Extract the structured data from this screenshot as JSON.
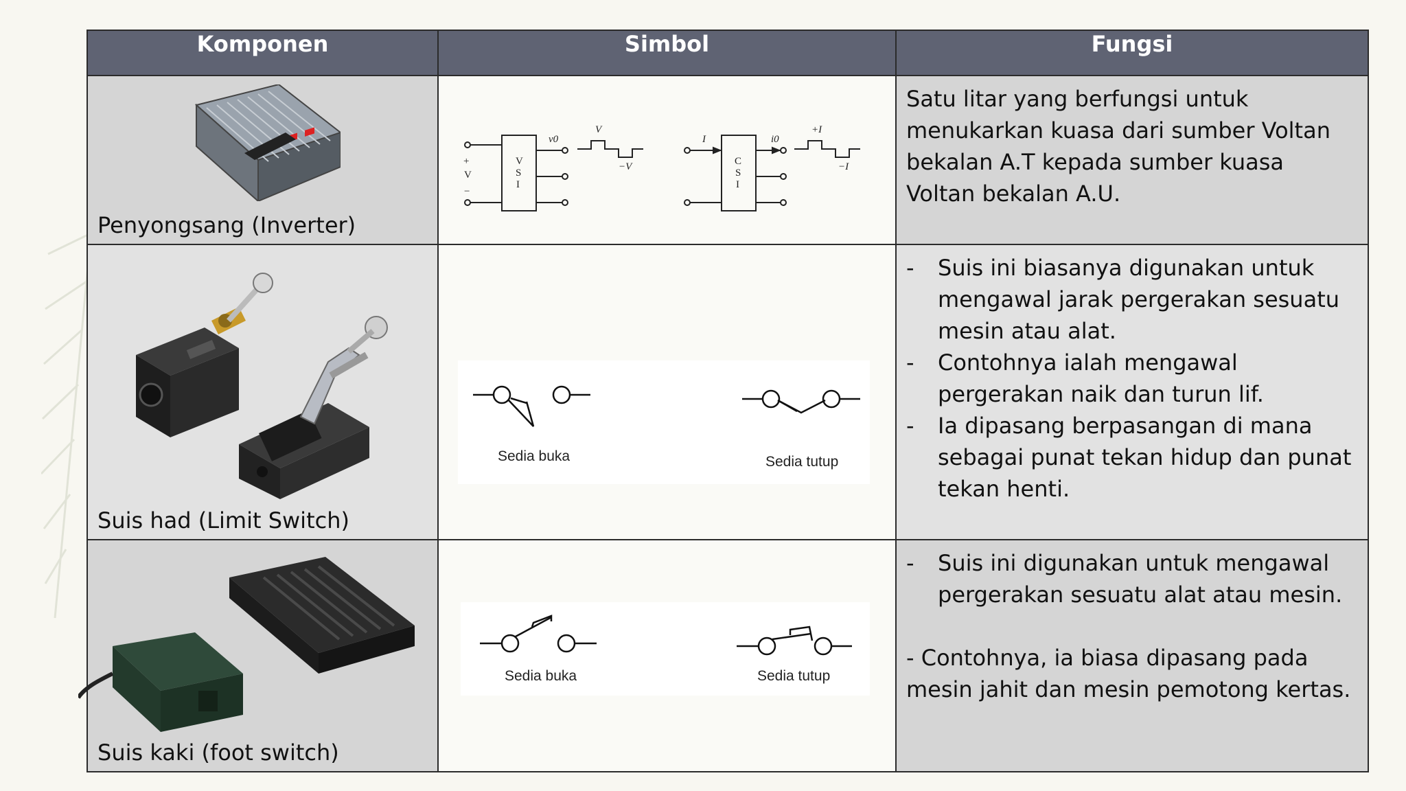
{
  "table": {
    "headers": [
      "Komponen",
      "Simbol",
      "Fungsi"
    ],
    "rows": [
      {
        "component": "Penyongsang (Inverter)",
        "component_icon": "inverter-device-icon",
        "symbol_texts": {
          "vsi_input": [
            "+",
            "V",
            "−"
          ],
          "vsi_box": [
            "V",
            "S",
            "I"
          ],
          "vsi_output": "v0",
          "vsi_wave_top": "V",
          "vsi_wave_bottom": "−V",
          "csi_input": "I",
          "csi_box": [
            "C",
            "S",
            "I"
          ],
          "csi_output": "i0",
          "csi_wave_top": "+I",
          "csi_wave_bottom": "−I"
        },
        "function_text": "Satu litar yang berfungsi untuk menukarkan kuasa dari sumber Voltan bekalan A.T kepada sumber kuasa Voltan bekalan A.U."
      },
      {
        "component": "Suis had (Limit Switch)",
        "component_icon": "limit-switch-device-icon",
        "symbol_captions": [
          "Sedia buka",
          "Sedia tutup"
        ],
        "function_bullets": [
          "Suis ini biasanya digunakan untuk mengawal jarak pergerakan sesuatu mesin atau alat.",
          "Contohnya ialah mengawal pergerakan naik dan turun lif.",
          "Ia dipasang berpasangan di mana sebagai punat tekan hidup dan punat tekan henti."
        ]
      },
      {
        "component": "Suis kaki (foot switch)",
        "component_icon": "foot-switch-device-icon",
        "symbol_captions": [
          "Sedia buka",
          "Sedia tutup"
        ],
        "function_bullets": [
          "Suis ini digunakan untuk mengawal pergerakan sesuatu alat atau mesin."
        ],
        "function_text": "- Contohnya, ia biasa dipasang pada mesin jahit dan mesin pemotong kertas."
      }
    ]
  },
  "colors": {
    "header_bg": "#5f6373",
    "header_text": "#ffffff",
    "cell_gray": "#d5d5d5",
    "cell_light": "#e2e2e2",
    "page_bg": "#f8f7f1"
  },
  "bullet_marker": "-"
}
